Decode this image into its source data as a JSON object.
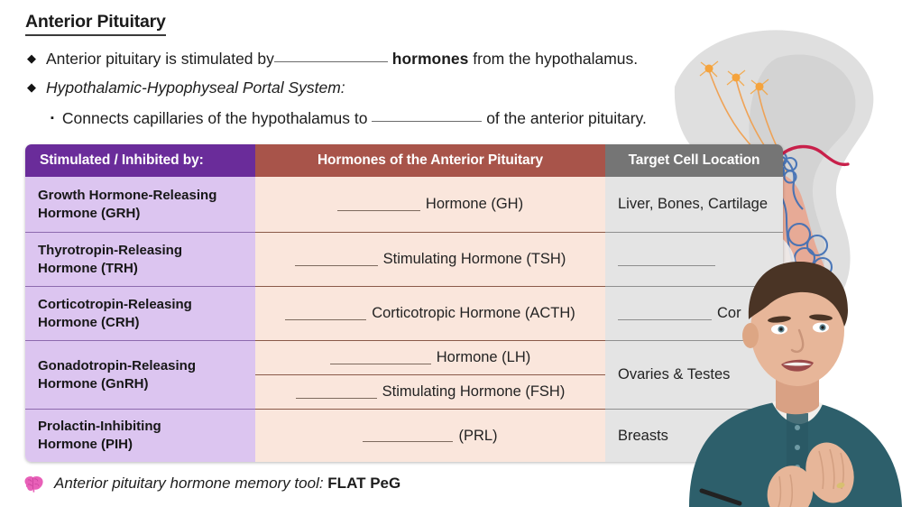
{
  "slide": {
    "title": "Anterior Pituitary",
    "bullets": [
      {
        "marker": "◆",
        "style": "normal",
        "pre": "Anterior pituitary is stimulated by",
        "blank": true,
        "bold_mid": "hormones",
        "post": "from the hypothalamus."
      },
      {
        "marker": "◆",
        "style": "italic",
        "pre": "Hypothalamic-Hypophyseal Portal System:",
        "blank": false,
        "bold_mid": "",
        "post": ""
      },
      {
        "marker": "▪",
        "style": "normal",
        "pre": "Connects capillaries of the hypothalamus to",
        "blank": true,
        "bold_mid": "",
        "post": "of the anterior pituitary."
      }
    ]
  },
  "table": {
    "headers": {
      "col1": "Stimulated / Inhibited by:",
      "col2": "Hormones of the Anterior Pituitary",
      "col3": "Target Cell Location"
    },
    "colors": {
      "header_purple": "#6a2c9a",
      "header_brick": "#a8544a",
      "header_gray": "#757575",
      "cell_lavender": "#dcc5f0",
      "cell_peach": "#fae6dc",
      "cell_gray": "#e4e4e4"
    },
    "rows": [
      {
        "stimulator_line1": "Growth Hormone-Releasing",
        "stimulator_line2": "Hormone (GRH)",
        "hormone": "Hormone (GH)",
        "hormone_has_blank": true,
        "target": "Liver, Bones, Cartilage",
        "target_has_blank": false
      },
      {
        "stimulator_line1": "Thyrotropin-Releasing",
        "stimulator_line2": "Hormone (TRH)",
        "hormone": "Stimulating Hormone (TSH)",
        "hormone_has_blank": true,
        "target": "",
        "target_has_blank": true
      },
      {
        "stimulator_line1": "Corticotropin-Releasing",
        "stimulator_line2": "Hormone (CRH)",
        "hormone": "Corticotropic Hormone (ACTH)",
        "hormone_has_blank": true,
        "target": "Cor",
        "target_has_blank": true
      },
      {
        "stimulator_line1": "Gonadotropin-Releasing",
        "stimulator_line2": "Hormone (GnRH)",
        "hormone": "Hormone (LH)",
        "hormone_2": "Stimulating Hormone (FSH)",
        "hormone_has_blank": true,
        "target": "Ovaries & Testes",
        "target_has_blank": false
      },
      {
        "stimulator_line1": "Prolactin-Inhibiting",
        "stimulator_line2": "Hormone (PIH)",
        "hormone": "(PRL)",
        "hormone_has_blank": true,
        "target": "Breasts",
        "target_has_blank": false
      }
    ]
  },
  "footer": {
    "icon": "brain-icon",
    "text": "Anterior pituitary hormone memory tool",
    "separator": ": ",
    "mnemonic": "FLAT PeG"
  },
  "illustration": {
    "name": "hypothalamus-pituitary-diagram",
    "neuron_color": "#f0a050",
    "vein_color": "#3f6fb5",
    "artery_color": "#c8204a",
    "gland_color": "#e8a690",
    "brain_color": "#d8d8d8"
  },
  "presenter": {
    "name": "presenter-video-overlay",
    "shirt_color": "#2d5f6b",
    "hair_color": "#4a3425",
    "skin_color": "#e2b295"
  }
}
